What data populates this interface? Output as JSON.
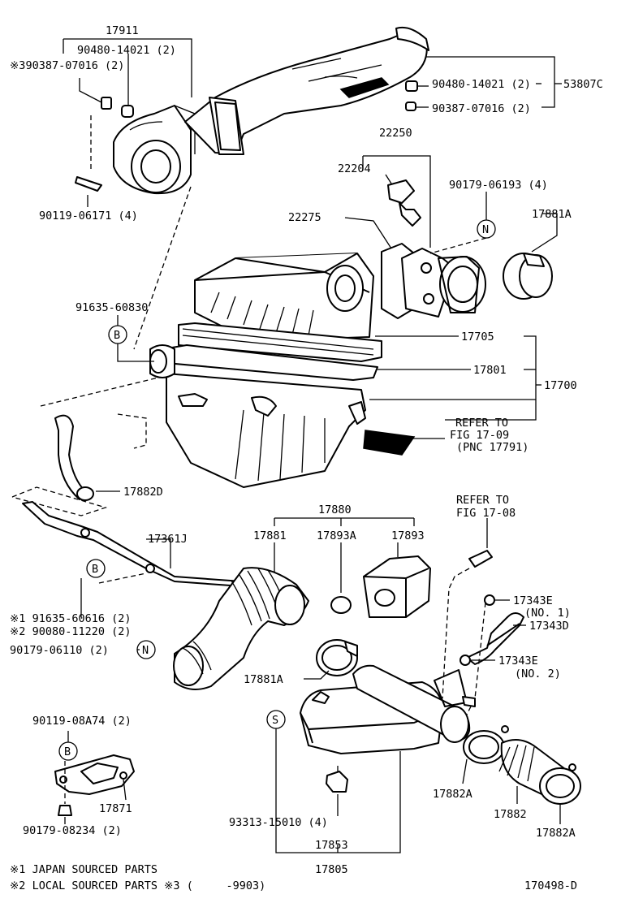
{
  "labels": {
    "p17911": "17911",
    "p90480_14021_a": "90480-14021 (2)",
    "p390387": "※390387-07016 (2)",
    "p90480_14021_b": "90480-14021 (2)",
    "p90387_07016": "90387-07016 (2)",
    "p53807c": "53807C",
    "p22250": "22250",
    "p22204": "22204",
    "p90179_06193": "90179-06193 (4)",
    "p17881a_top": "17881A",
    "p22275": "22275",
    "p90119_06171": "90119-06171 (4)",
    "p91635_60830": "91635-60830",
    "p17705": "17705",
    "p17801": "17801",
    "p17700": "17700",
    "refer1_l1": "REFER TO",
    "refer1_l2": "FIG 17-09",
    "refer1_l3": "(PNC 17791)",
    "p17882d": "17882D",
    "p17880": "17880",
    "refer2_l1": "REFER TO",
    "refer2_l2": "FIG 17-08",
    "p17881": "17881",
    "p17893a": "17893A",
    "p17893": "17893",
    "p17361j": "17361J",
    "p17343e_1": "17343E",
    "p17343e_1_no": "(NO. 1)",
    "p17343d": "17343D",
    "p91635_60616": "※1 91635-60616 (2)",
    "p90080_11220": "※2 90080-11220 (2)",
    "p90179_06110": "90179-06110 (2)",
    "p17343e_2": "17343E",
    "p17343e_2_no": "(NO. 2)",
    "p17881a_mid": "17881A",
    "p90119_08a74": "90119-08A74 (2)",
    "p17871": "17871",
    "p90179_08234": "90179-08234 (2)",
    "p17882a_left": "17882A",
    "p17882": "17882",
    "p17882a_right": "17882A",
    "p93313": "93313-15010 (4)",
    "p17853": "17853",
    "p17805": "17805",
    "footnote1": "※1 JAPAN SOURCED PARTS",
    "footnote2": "※2 LOCAL SOURCED PARTS ※3 (     -9903)",
    "fig_id": "170498-D"
  },
  "markers": {
    "n": "N",
    "b": "B",
    "s": "S"
  }
}
